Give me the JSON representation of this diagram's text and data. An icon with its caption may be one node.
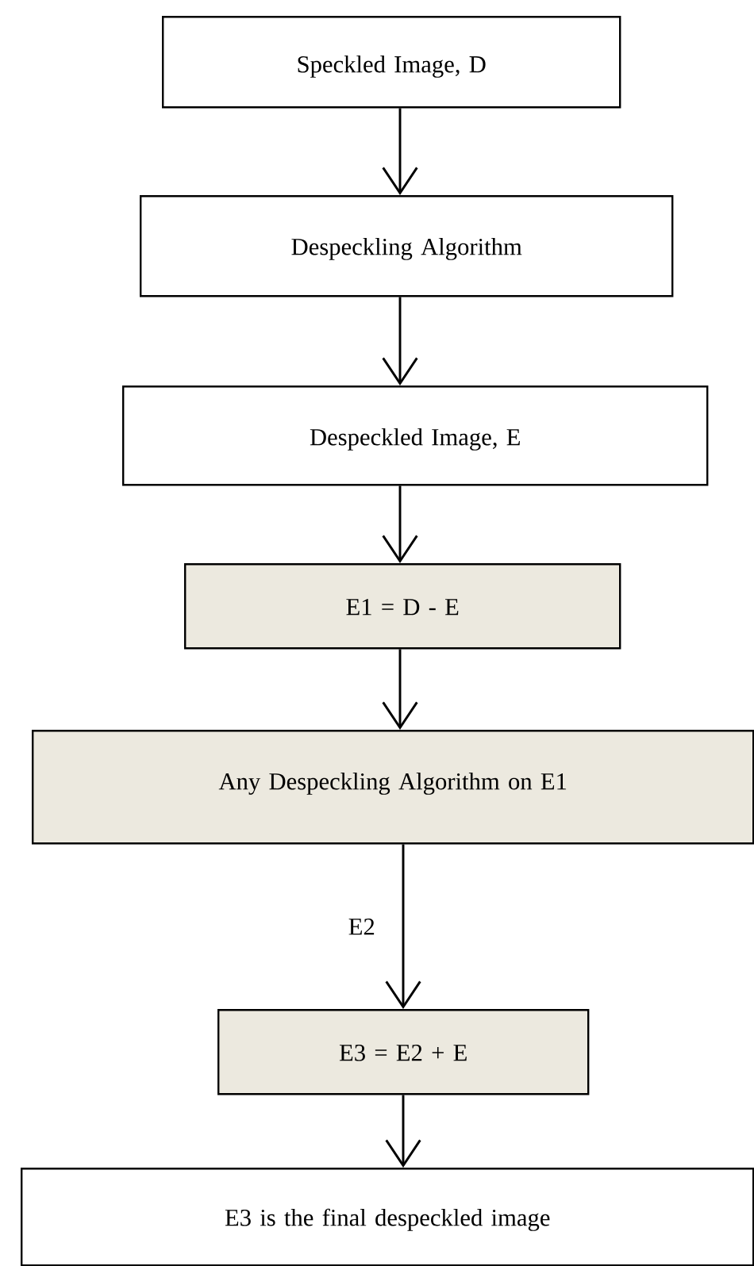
{
  "diagram": {
    "nodes": [
      {
        "text": [
          "Speckled Image, D"
        ]
      },
      {
        "text": [
          "Despeckling Algorithm"
        ]
      },
      {
        "text": [
          "Despeckled Image, E"
        ]
      },
      {
        "text": [
          "E1 = D - E"
        ]
      },
      {
        "text": [
          "Any Despeckling Algorithm on E1"
        ]
      },
      {
        "text": [
          "E3 = E2 + E"
        ]
      },
      {
        "text": [
          "E3 is the final despeckled image"
        ]
      }
    ],
    "edges": [
      {
        "from": 0,
        "to": 1,
        "arrow": "to"
      },
      {
        "from": 1,
        "to": 2,
        "arrow": "to"
      },
      {
        "from": 2,
        "to": 3,
        "arrow": "to"
      },
      {
        "from": 3,
        "to": 4,
        "arrow": "to"
      },
      {
        "from": 4,
        "to": 5,
        "arrow": "to",
        "label": "E2"
      },
      {
        "from": 5,
        "to": 6,
        "arrow": "to"
      }
    ]
  }
}
